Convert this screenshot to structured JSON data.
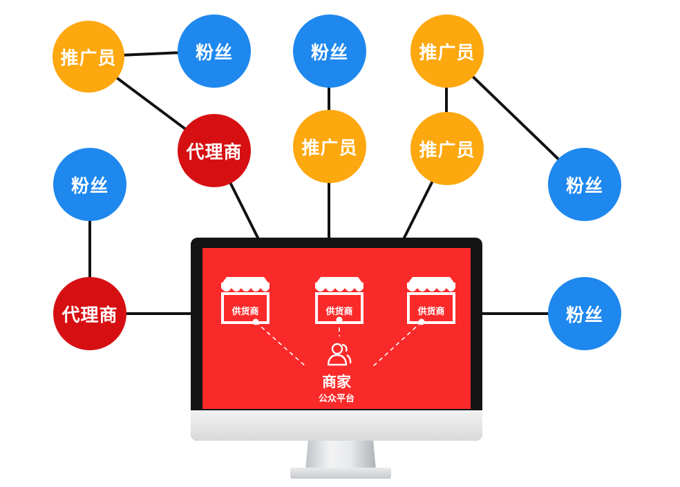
{
  "nodes": [
    {
      "id": "promoter-top-left",
      "label": "推广员",
      "kind": "orange"
    },
    {
      "id": "fans-top-left",
      "label": "粉丝",
      "kind": "blue"
    },
    {
      "id": "fans-top-center",
      "label": "粉丝",
      "kind": "blue"
    },
    {
      "id": "promoter-top-right",
      "label": "推广员",
      "kind": "orange"
    },
    {
      "id": "agent-upper",
      "label": "代理商",
      "kind": "red"
    },
    {
      "id": "promoter-center",
      "label": "推广员",
      "kind": "orange"
    },
    {
      "id": "promoter-center-right",
      "label": "推广员",
      "kind": "orange"
    },
    {
      "id": "fans-left",
      "label": "粉丝",
      "kind": "blue"
    },
    {
      "id": "fans-right",
      "label": "粉丝",
      "kind": "blue"
    },
    {
      "id": "agent-lower",
      "label": "代理商",
      "kind": "red"
    },
    {
      "id": "fans-lower-right",
      "label": "粉丝",
      "kind": "blue"
    }
  ],
  "monitor": {
    "suppliers": [
      "供货商",
      "供货商",
      "供货商"
    ],
    "merchant_title": "商家",
    "merchant_subtitle": "公众平台",
    "merchant_icon": "user-group-icon",
    "store_icon": "storefront-icon"
  },
  "colors": {
    "fans": "#1e88ee",
    "promoter": "#fda80f",
    "agent": "#d60f12",
    "screen": "#fb2a2a",
    "line": "#111111"
  }
}
